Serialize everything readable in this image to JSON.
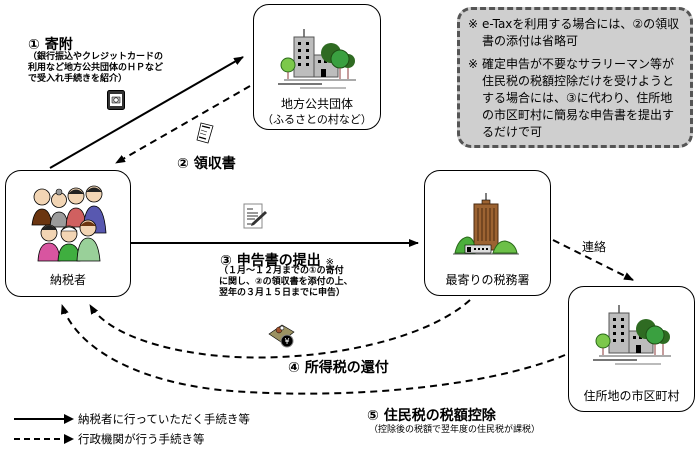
{
  "nodes": {
    "taxpayer": {
      "label": "納税者"
    },
    "local_gov": {
      "label": "地方公共団体",
      "sub": "（ふるさとの村など）"
    },
    "tax_office": {
      "label": "最寄りの税務署"
    },
    "municipality": {
      "label": "住所地の市区町村"
    }
  },
  "steps": {
    "donation": {
      "title": "① 寄附",
      "note": [
        "（銀行振込やクレジットカードの",
        "利用など地方公共団体のＨＰなど",
        "で受入れ手続きを紹介）"
      ]
    },
    "receipt": {
      "title": "② 領収書"
    },
    "filing": {
      "title": "③ 申告書の提出",
      "mark": "※",
      "note": [
        "（１月～１２月までの①の寄付",
        "に関し、②の領収書を添付の上、",
        "翌年の３月１５日までに申告）"
      ]
    },
    "refund": {
      "title": "④ 所得税の還付"
    },
    "resident_tax": {
      "title": "⑤ 住民税の税額控除",
      "note": "（控除後の税額で翌年度の住民税が課税）"
    },
    "contact": {
      "label": "連絡"
    }
  },
  "notes": [
    {
      "mark": "※",
      "text": "e-Taxを利用する場合には、②の領収書の添付は省略可"
    },
    {
      "mark": "※",
      "text": "確定申告が不要なサラリーマン等が住民税の税額控除だけを受けようとする場合には、③に代わり、住所地の市区町村に簡易な申告書を提出するだけで可"
    }
  ],
  "legend": [
    {
      "style": "solid",
      "label": "納税者に行っていただく手続き等"
    },
    {
      "style": "dashed",
      "label": "行政機関が行う手続き等"
    }
  ],
  "icons": [
    "people-icon",
    "government-building-icon",
    "tax-office-building-icon",
    "city-hall-icon",
    "donation-card-icon",
    "receipt-icon",
    "document-pen-icon",
    "money-yen-icon"
  ],
  "colors": {
    "note_bg": "#cfcfcf",
    "note_border": "#555555",
    "tree_light": "#5dbb3a",
    "tree_dark": "#2f6b22",
    "tax_office": "#9c6332"
  }
}
